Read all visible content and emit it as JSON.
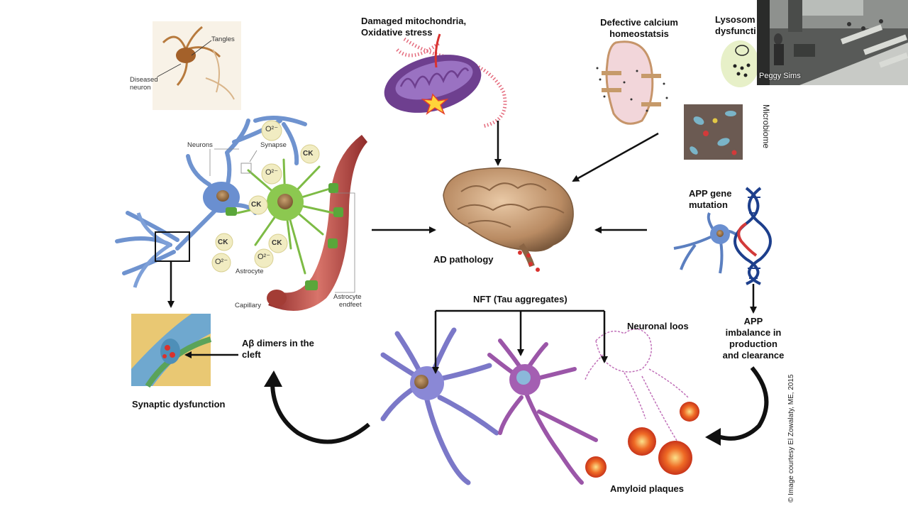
{
  "labels": {
    "tangles": "Tangles",
    "diseased_neuron": "Diseased\nneuron",
    "neurons": "Neurons",
    "synapse": "Synapse",
    "astrocyte": "Astrocyte",
    "capillary": "Capillary",
    "astrocyte_endfeet": "Astrocyte\nendfeet",
    "ck": "CK",
    "o2": "O²⁻",
    "damaged_mitochondria": "Damaged mitochondria,\nOxidative stress",
    "defective_calcium": "Defective calcium\nhomeostatsis",
    "lysosomal": "Lysosom\ndysfuncti",
    "microbiome": "Microbiome",
    "ad_pathology": "AD pathology",
    "app_gene_mutation": "APP gene\nmutation",
    "app_imbalance": "APP\nimbalance in\nproduction\nand clearance",
    "nft": "NFT (Tau aggregates)",
    "neuronal_loss": "Neuronal loos",
    "ab_dimers": "Aβ dimers in the\ncleft",
    "synaptic_dysfunction": "Synaptic dysfunction",
    "amyloid_plaques": "Amyloid plaques",
    "credit": "© Image courtesy El Zowalaty, ME, 2015"
  },
  "video": {
    "participant_name": "Peggy Sims"
  },
  "colors": {
    "neuron_blue": "#5b7fc0",
    "astrocyte_green": "#78b843",
    "capillary_red": "#b8433f",
    "mito_purple": "#6e3f8f",
    "plaque_orange": "#e8531d",
    "arrow_black": "#111111"
  }
}
